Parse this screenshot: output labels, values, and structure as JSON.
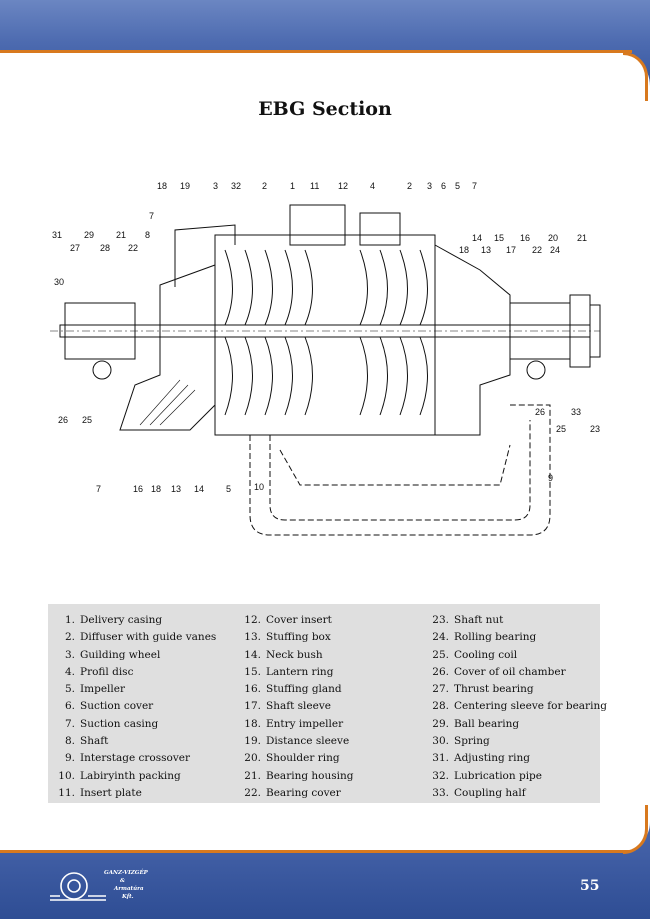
{
  "title": "EBG Section",
  "page_number": "55",
  "logo": {
    "line1": "GANZ-VIZGÉP",
    "line2": "&",
    "line3": "Armatúra",
    "line4": "Kft."
  },
  "drawing_callouts": [
    "18",
    "19",
    "3",
    "32",
    "2",
    "1",
    "11",
    "12",
    "4",
    "2",
    "3",
    "6",
    "5",
    "7",
    "7",
    "31",
    "29",
    "21",
    "27",
    "28",
    "22",
    "8",
    "14",
    "15",
    "16",
    "20",
    "21",
    "18",
    "13",
    "17",
    "22",
    "24",
    "30",
    "26",
    "25",
    "26",
    "33",
    "25",
    "23",
    "7",
    "16",
    "18",
    "13",
    "14",
    "5",
    "10",
    "9"
  ],
  "parts": [
    {
      "num": "1.",
      "label": "Delivery casing"
    },
    {
      "num": "2.",
      "label": "Diffuser with guide vanes"
    },
    {
      "num": "3.",
      "label": "Guilding wheel"
    },
    {
      "num": "4.",
      "label": "Profil disc"
    },
    {
      "num": "5.",
      "label": "Impeller"
    },
    {
      "num": "6.",
      "label": "Suction cover"
    },
    {
      "num": "7.",
      "label": "Suction casing"
    },
    {
      "num": "8.",
      "label": "Shaft"
    },
    {
      "num": "9.",
      "label": "Interstage crossover"
    },
    {
      "num": "10.",
      "label": "Labiryinth packing"
    },
    {
      "num": "11.",
      "label": "Insert plate"
    },
    {
      "num": "12.",
      "label": "Cover insert"
    },
    {
      "num": "13.",
      "label": "Stuffing box"
    },
    {
      "num": "14.",
      "label": "Neck bush"
    },
    {
      "num": "15.",
      "label": "Lantern ring"
    },
    {
      "num": "16.",
      "label": "Stuffing gland"
    },
    {
      "num": "17.",
      "label": "Shaft sleeve"
    },
    {
      "num": "18.",
      "label": "Entry impeller"
    },
    {
      "num": "19.",
      "label": "Distance sleeve"
    },
    {
      "num": "20.",
      "label": "Shoulder ring"
    },
    {
      "num": "21.",
      "label": "Bearing housing"
    },
    {
      "num": "22.",
      "label": "Bearing cover"
    },
    {
      "num": "23.",
      "label": "Shaft nut"
    },
    {
      "num": "24.",
      "label": "Rolling bearing"
    },
    {
      "num": "25.",
      "label": "Cooling coil"
    },
    {
      "num": "26.",
      "label": "Cover of oil chamber"
    },
    {
      "num": "27.",
      "label": "Thrust bearing"
    },
    {
      "num": "28.",
      "label": "Centering sleeve for bearing"
    },
    {
      "num": "29.",
      "label": "Ball bearing"
    },
    {
      "num": "30.",
      "label": "Spring"
    },
    {
      "num": "31.",
      "label": "Adjusting ring"
    },
    {
      "num": "32.",
      "label": "Lubrication pipe"
    },
    {
      "num": "33.",
      "label": "Coupling half"
    }
  ]
}
